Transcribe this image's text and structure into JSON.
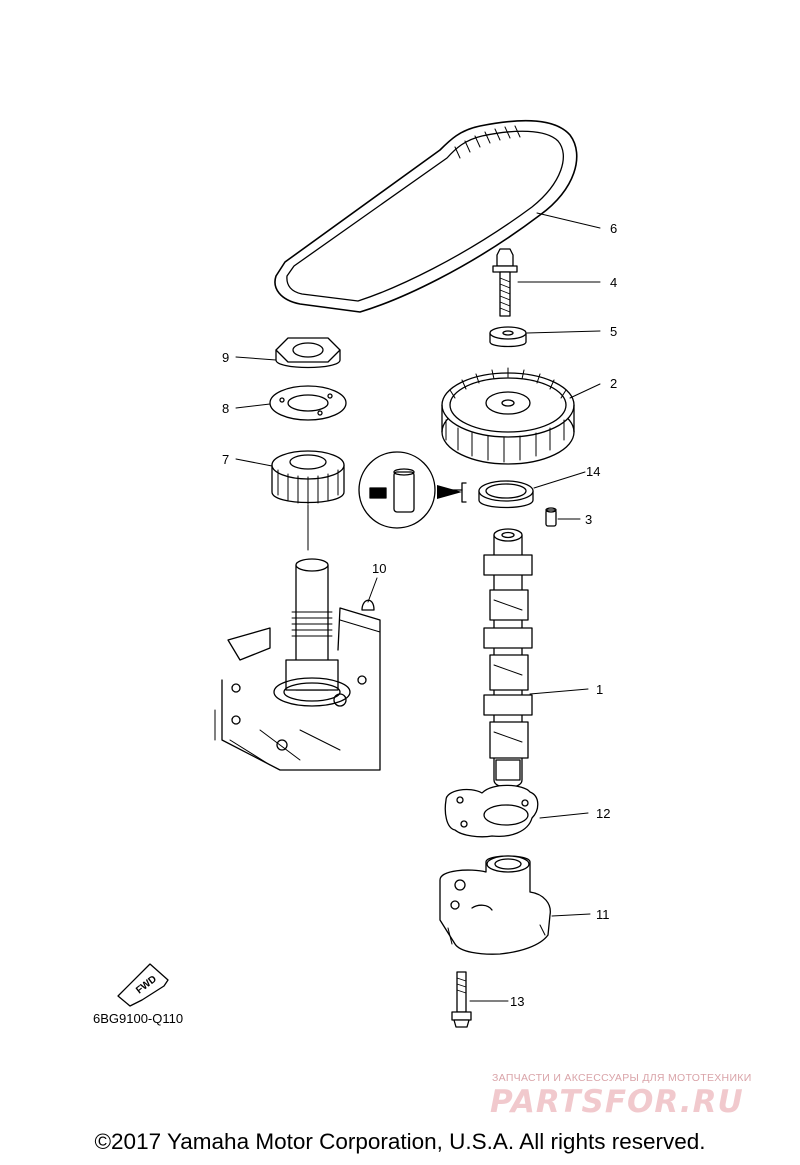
{
  "callouts": [
    {
      "id": "1",
      "label": "1"
    },
    {
      "id": "2",
      "label": "2"
    },
    {
      "id": "3",
      "label": "3"
    },
    {
      "id": "4",
      "label": "4"
    },
    {
      "id": "5",
      "label": "5"
    },
    {
      "id": "6",
      "label": "6"
    },
    {
      "id": "7",
      "label": "7"
    },
    {
      "id": "8",
      "label": "8"
    },
    {
      "id": "9",
      "label": "9"
    },
    {
      "id": "10",
      "label": "10"
    },
    {
      "id": "11",
      "label": "11"
    },
    {
      "id": "12",
      "label": "12"
    },
    {
      "id": "13",
      "label": "13"
    },
    {
      "id": "14",
      "label": "14"
    }
  ],
  "fwd_label": "FWD",
  "diagram_code": "6BG9100-Q110",
  "watermark": {
    "tagline": "ЗАПЧАСТИ И АКСЕССУАРЫ ДЛЯ МОТОТЕХНИКИ",
    "logo": "PARTSFOR.RU"
  },
  "copyright": "©2017 Yamaha Motor Corporation, U.S.A. All rights reserved."
}
